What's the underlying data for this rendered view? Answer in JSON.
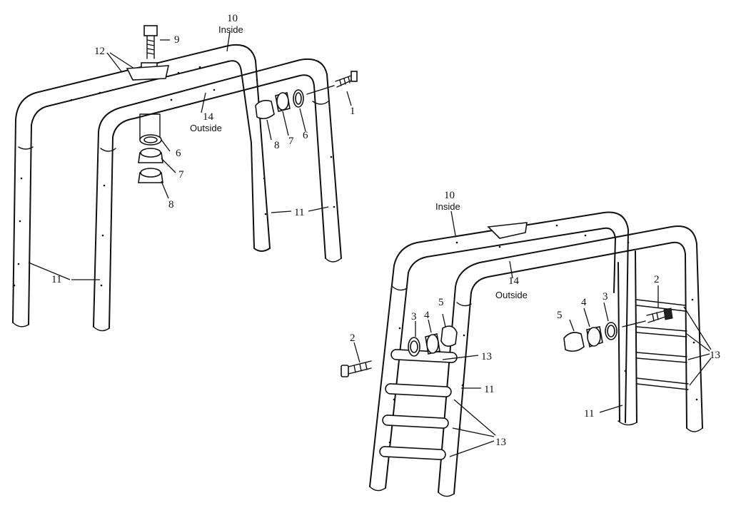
{
  "assembly_top": {
    "callouts": {
      "c10": "10",
      "c10_sub": "Inside",
      "c12": "12",
      "c9": "9",
      "c14": "14",
      "c14_sub": "Outside",
      "c6a": "6",
      "c7a": "7",
      "c8a": "8",
      "c6b": "6",
      "c7b": "7",
      "c8b": "8",
      "c1": "1",
      "c11a": "11",
      "c11b": "11"
    }
  },
  "assembly_bottom": {
    "callouts": {
      "c10": "10",
      "c10_sub": "Inside",
      "c14": "14",
      "c14_sub": "Outside",
      "c2a": "2",
      "c3a": "3",
      "c4a": "4",
      "c5a": "5",
      "c13a": "13",
      "c11a": "11",
      "c13b": "13",
      "c2b": "2",
      "c3b": "3",
      "c4b": "4",
      "c5b": "5",
      "c13c": "13",
      "c11b": "11"
    }
  }
}
